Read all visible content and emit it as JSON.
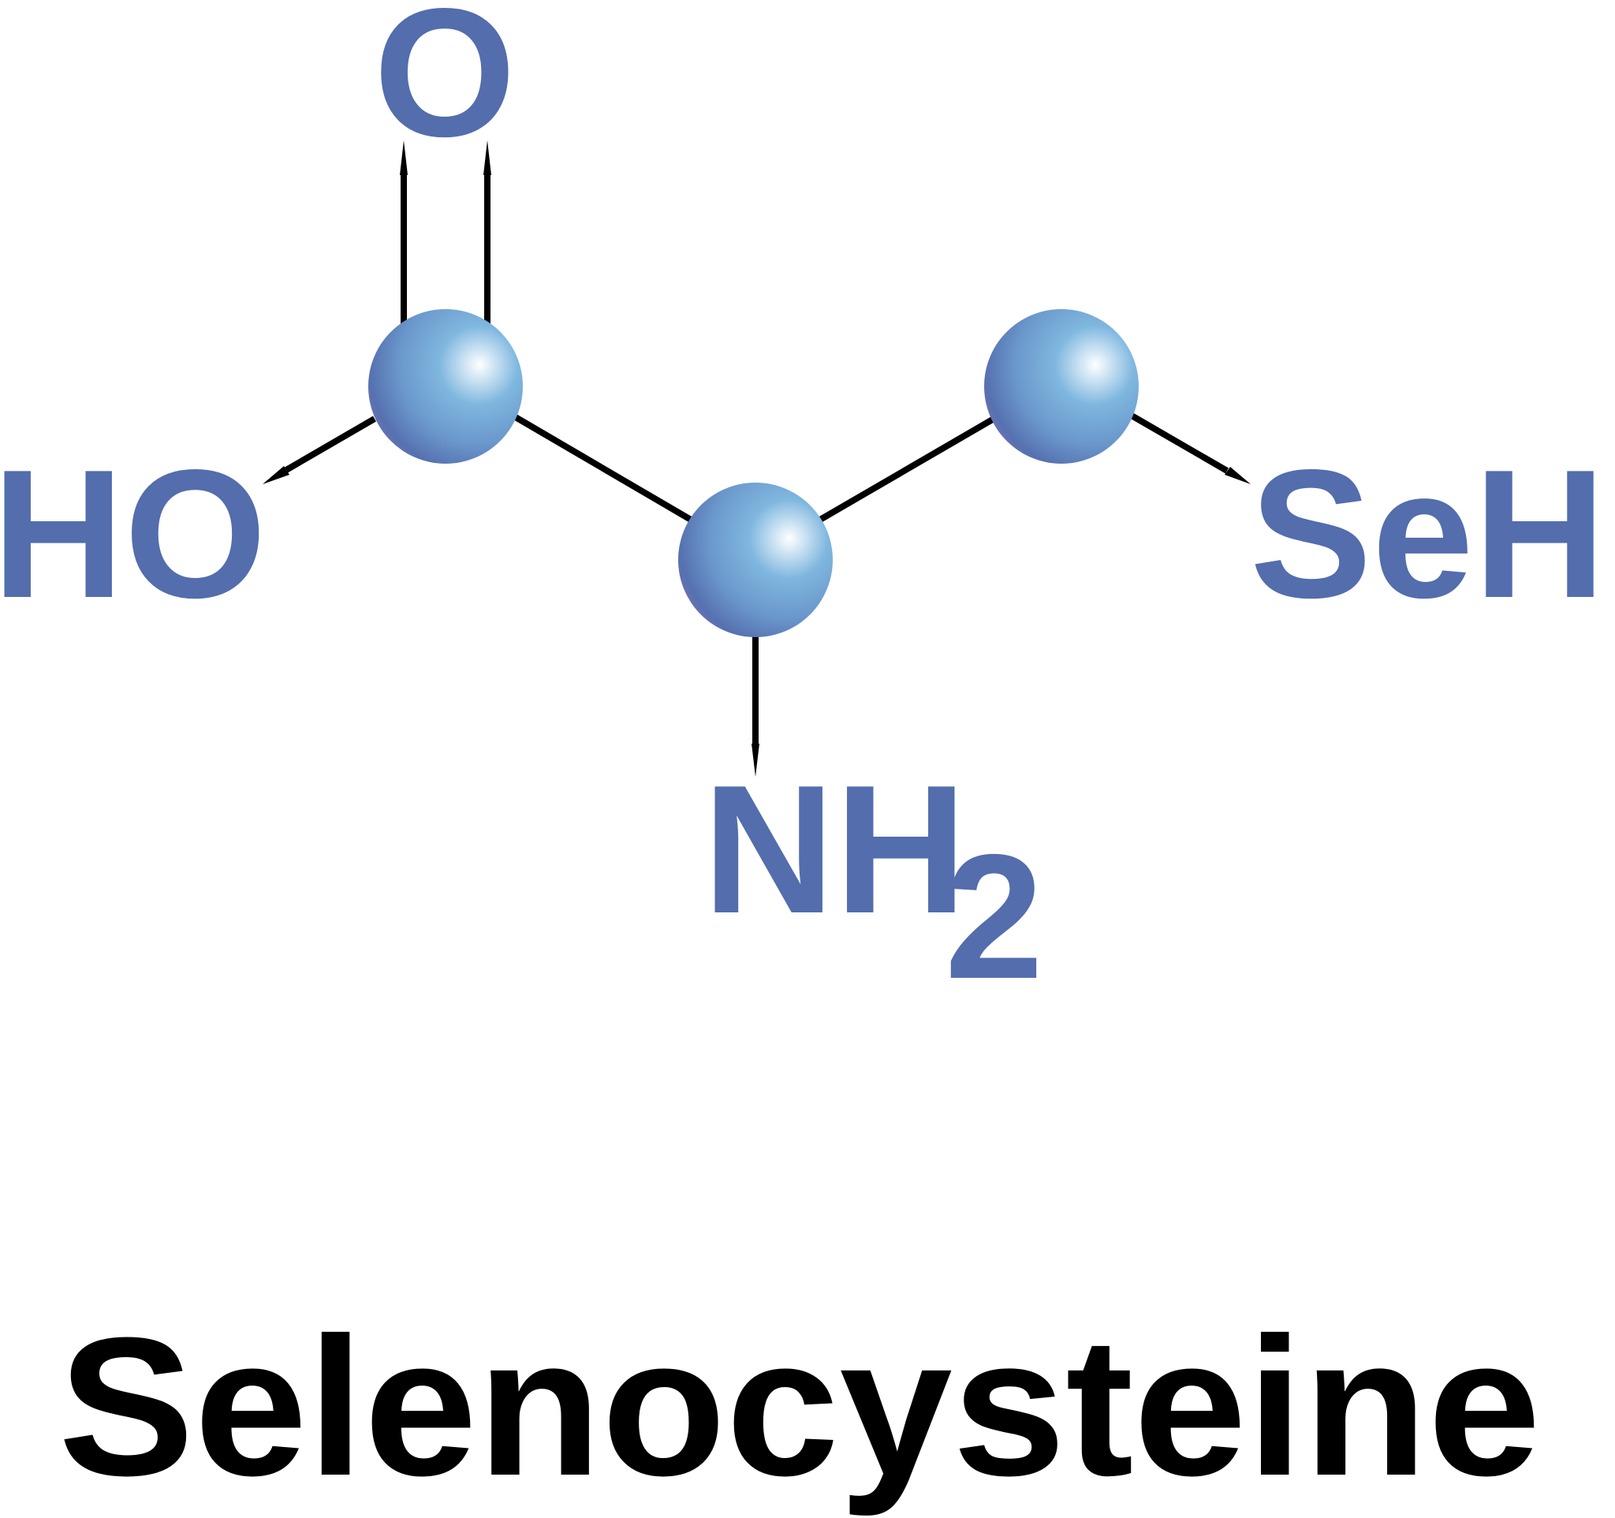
{
  "diagram": {
    "labels": {
      "carbonyl_oxygen": "O",
      "hydroxyl": "HO",
      "amine": "NH",
      "amine_subscript": "2",
      "selenol": "SeH"
    },
    "compound_name": "Selenocysteine",
    "colors": {
      "atom_label": "#536DAD",
      "bond": "#000000",
      "sphere_light": "#7FB7DF",
      "sphere_mid": "#6A97CB",
      "sphere_dark": "#5671B0",
      "sphere_edge": "#8B72B4",
      "name_text": "#000000"
    }
  }
}
